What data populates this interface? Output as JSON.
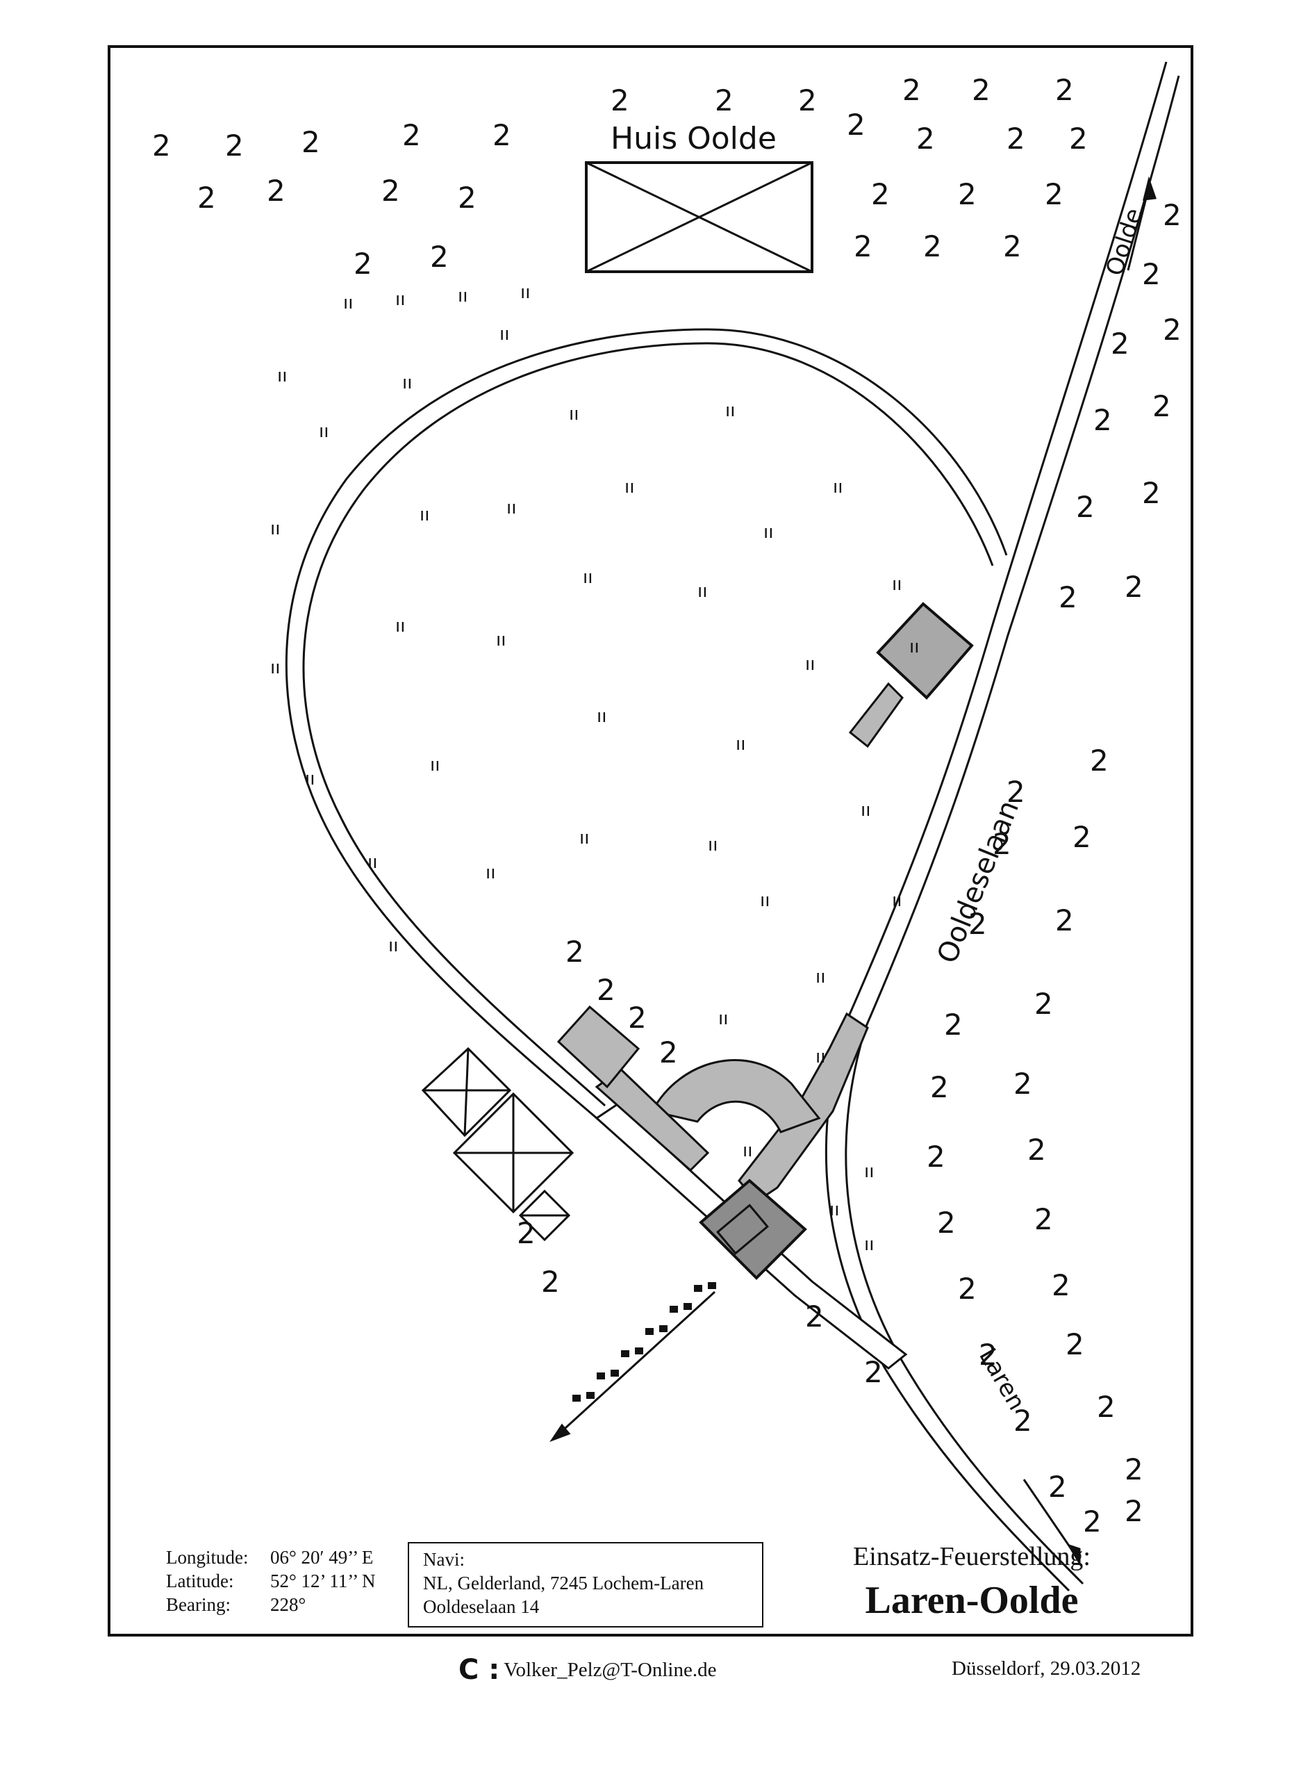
{
  "map": {
    "building_label": "Huis Oolde",
    "road_main_label": "Ooldeselaan",
    "road_north_label": "Oolde",
    "road_south_label": "Laren",
    "tree_symbol": "2",
    "grass_symbol": "ıı"
  },
  "coordinates": {
    "longitude_label": "Longitude:",
    "longitude_value": "06° 20′ 49’’ E",
    "latitude_label": "Latitude:",
    "latitude_value": "52° 12’ 11’’ N",
    "bearing_label": "Bearing:",
    "bearing_value": "228°"
  },
  "navi": {
    "heading": "Navi:",
    "line1": "NL, Gelderland, 7245 Lochem-Laren",
    "line2": "Ooldeselaan 14"
  },
  "mission": {
    "title": "Einsatz-Feuerstellung:",
    "name": "Laren-Oolde"
  },
  "footer": {
    "copyright_icon": "C :",
    "email": "Volker_Pelz@T-Online.de",
    "date": "Düsseldorf, 29.03.2012"
  },
  "colors": {
    "ink": "#111111",
    "paved_area": "#b8b8b8",
    "paper": "#ffffff"
  }
}
